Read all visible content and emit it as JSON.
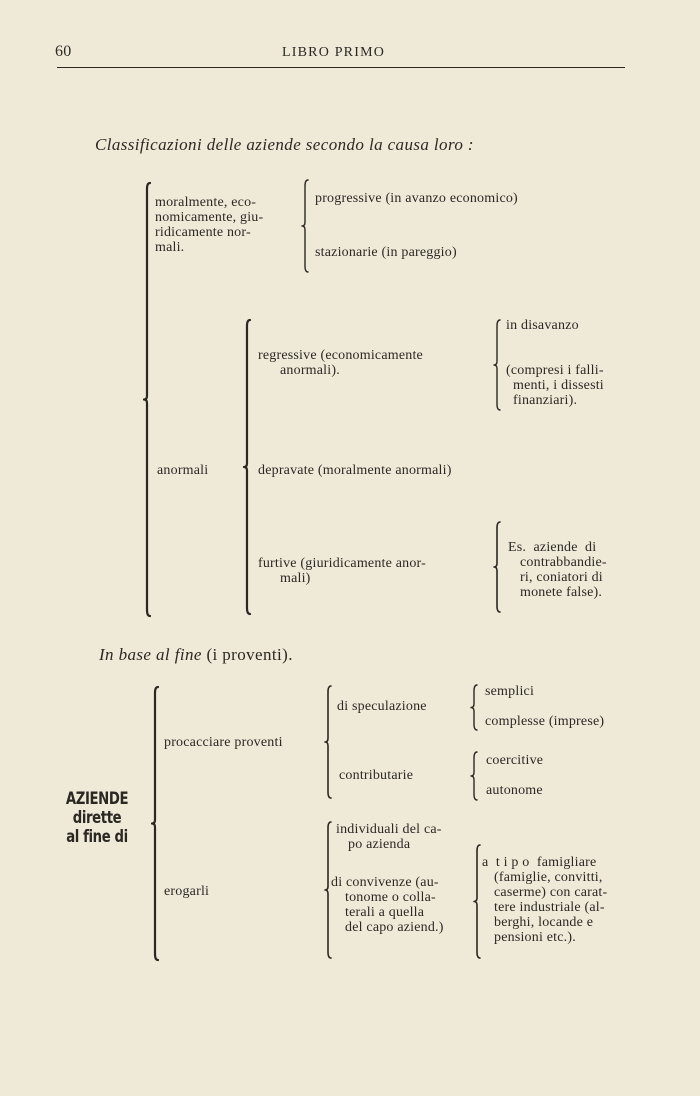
{
  "header": {
    "page_number": "60",
    "running_title": "LIBRO PRIMO"
  },
  "section1": {
    "heading": "Classificazioni delle aziende secondo la causa loro :",
    "normal": {
      "label_lines": [
        "moralmente, eco-",
        "nomicamente, giu-",
        "ridicamente nor-",
        "mali."
      ],
      "progressive": "progressive (in avanzo economico)",
      "stationary": "stazionarie (in pareggio)"
    },
    "abnormal": {
      "label": "anormali",
      "regressive": {
        "lines": [
          "regressive (economicamente",
          "anormali)."
        ],
        "deficit": "in disavanzo",
        "failures_lines": [
          "(compresi i falli-",
          "menti, i dissesti",
          "finanziari)."
        ]
      },
      "depraved": "depravate (moralmente anormali)",
      "furtive": {
        "lines": [
          "furtive (giuridicamente anor-",
          "mali)"
        ],
        "example_lines": [
          "Es.  aziende  di",
          "contrabbandie-",
          "ri, coniatori di",
          "monete false)."
        ]
      }
    }
  },
  "section2": {
    "heading_italic": "In base al fine",
    "heading_rest": " (i proventi).",
    "side_label_lines": [
      "AZIENDE",
      "dirette",
      "al fine di"
    ],
    "procure": {
      "label": "procacciare proventi",
      "speculation": "di speculazione",
      "simple": "semplici",
      "complex": "complesse (imprese)",
      "contributory": "contributarie",
      "coercive": "coercitive",
      "autonomous": "autonome"
    },
    "disburse": {
      "label": "erogarli",
      "individual_lines": [
        "individuali del ca-",
        "po azienda"
      ],
      "cohabitation_lines": [
        "di convivenze (au-",
        "tonome o colla-",
        "terali a quella",
        "del capo aziend.)"
      ],
      "family_type_lines": [
        "a  t i p o  famigliare",
        "(famiglie, convitti,",
        "caserme) con carat-",
        "tere industriale (al-",
        "berghi, locande e",
        "pensioni etc.)."
      ]
    }
  }
}
